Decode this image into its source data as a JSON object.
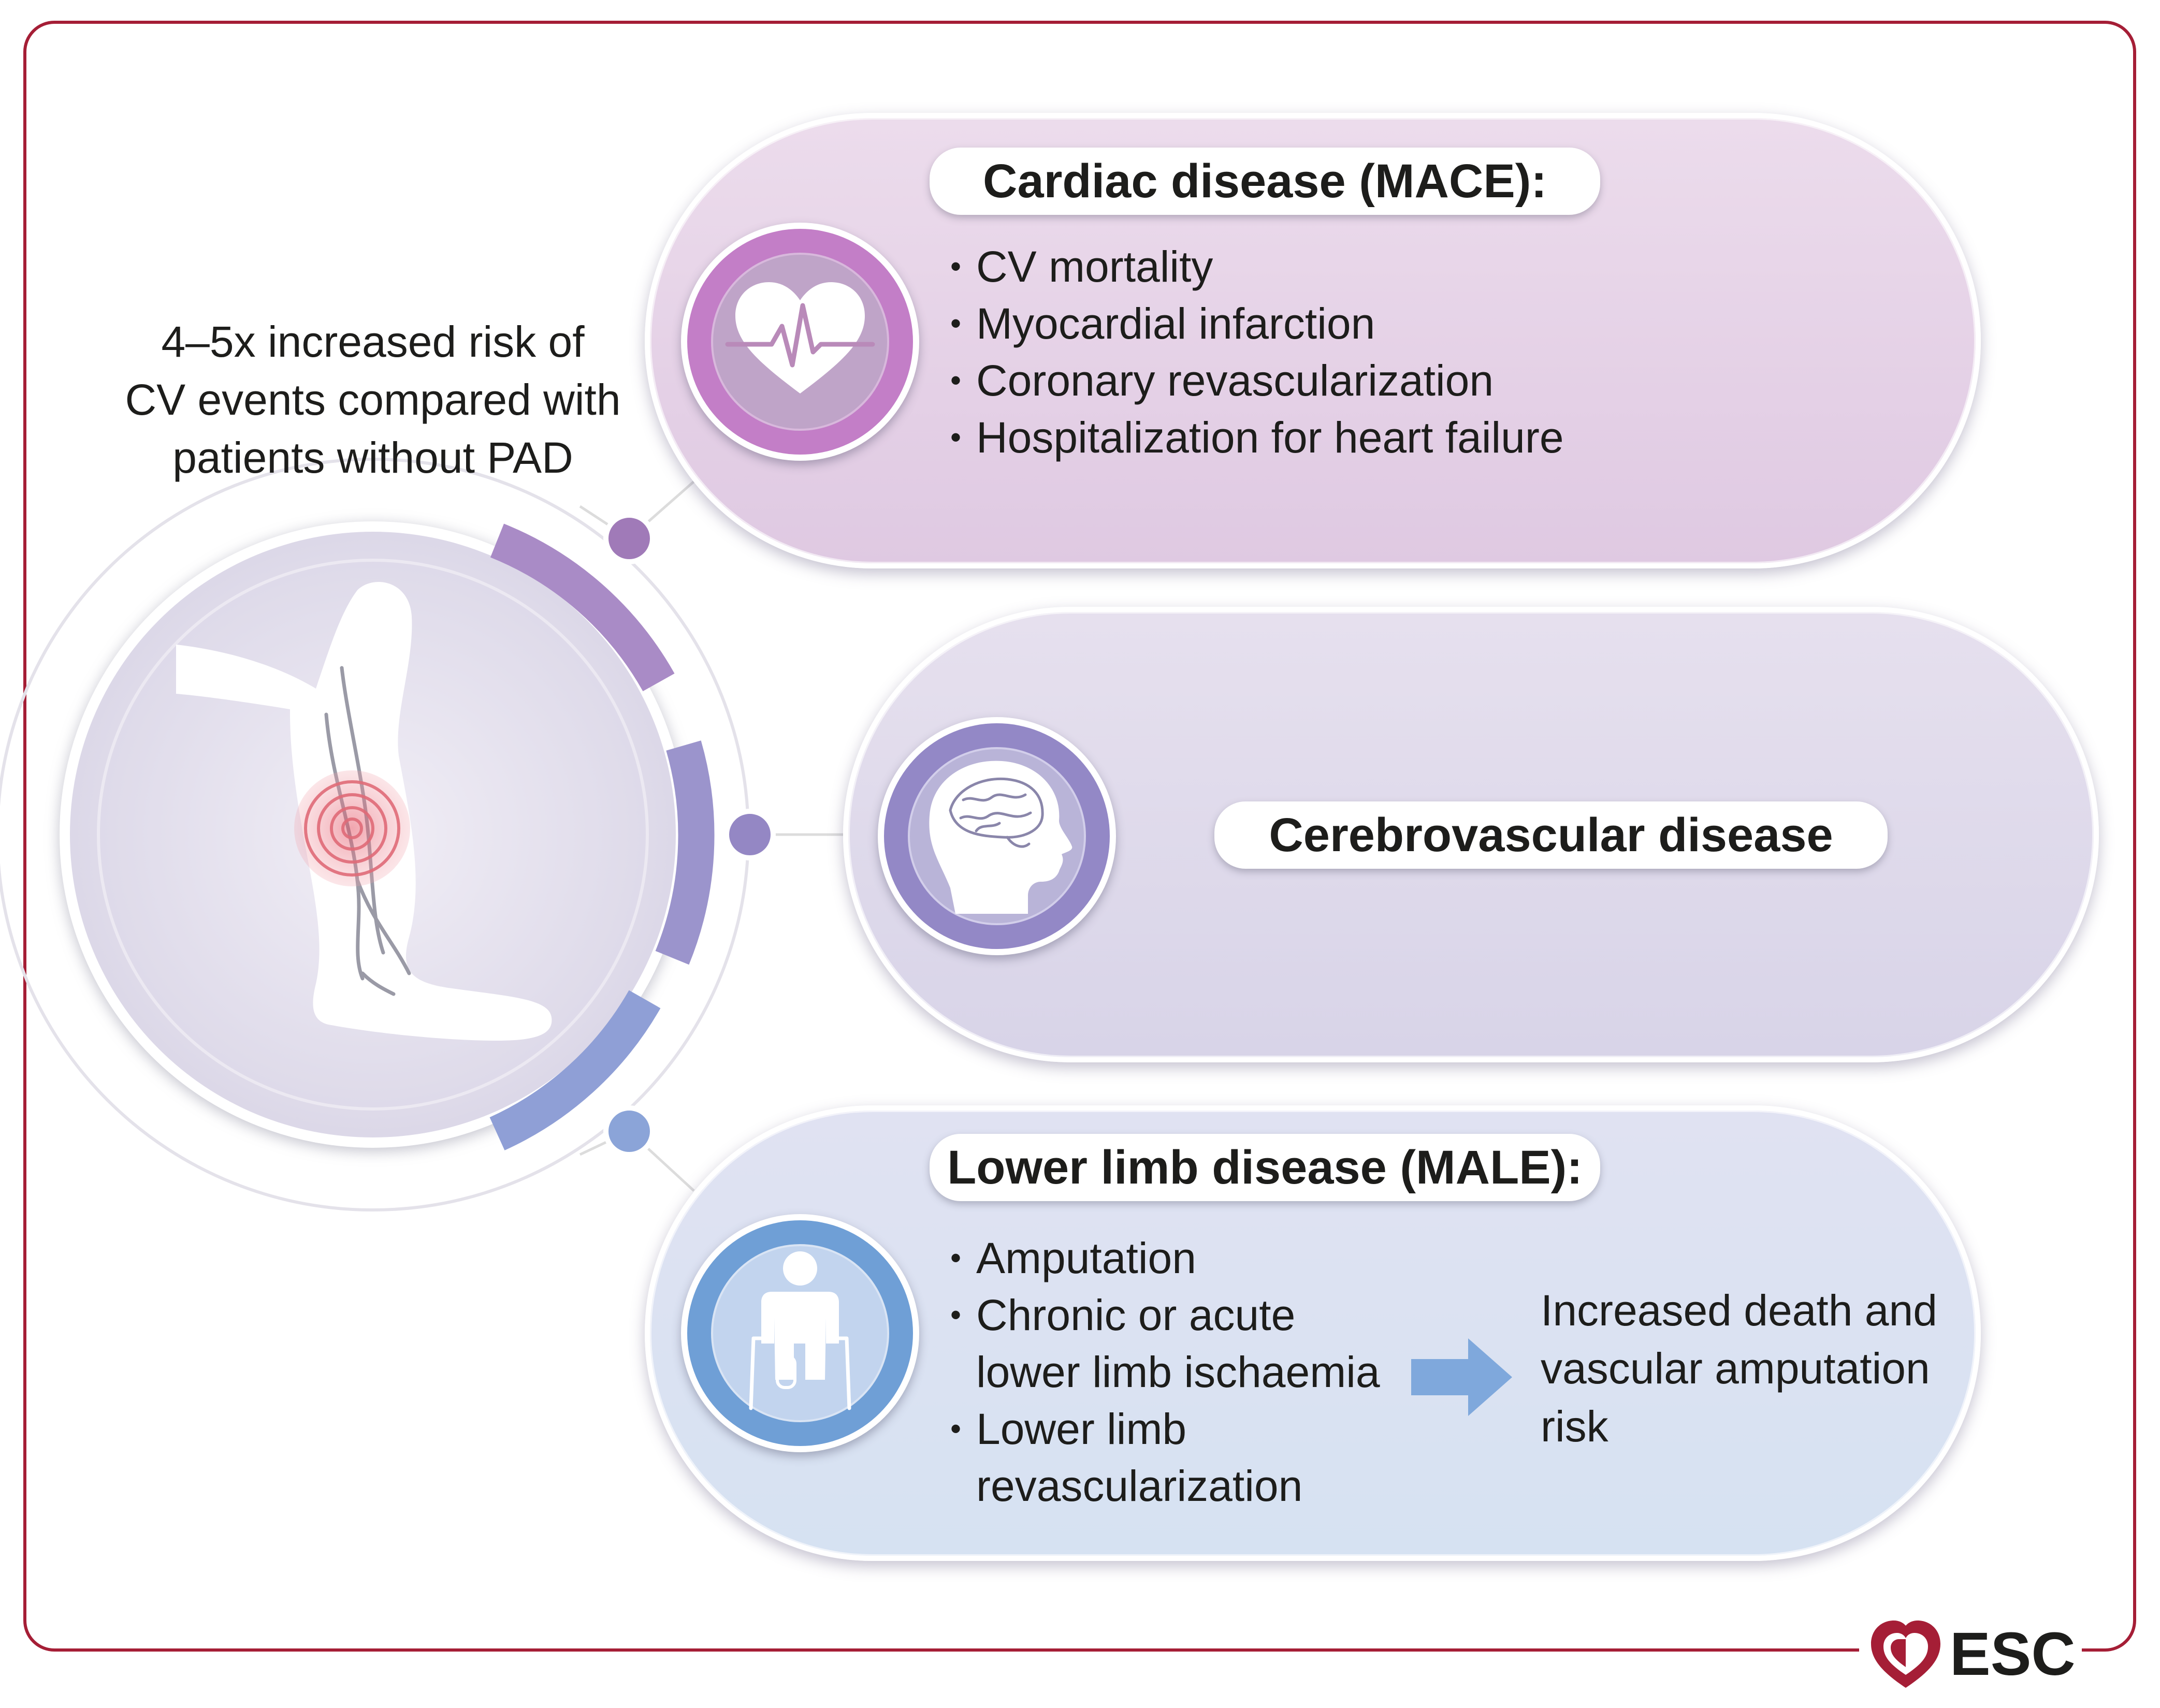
{
  "risk_note": {
    "lines": [
      "4–5x increased risk of",
      "CV events compared with",
      "patients without PAD"
    ]
  },
  "cardiac": {
    "heading": "Cardiac disease (MACE):",
    "items": [
      "CV mortality",
      "Myocardial infarction",
      "Coronary revascularization",
      "Hospitalization for heart failure"
    ],
    "icon": "heart-ecg-icon",
    "color": "#b479b8"
  },
  "cerebrovascular": {
    "heading": "Cerebrovascular disease",
    "icon": "brain-head-icon",
    "color": "#8e7fc0"
  },
  "lower_limb": {
    "heading": "Lower limb disease (MALE):",
    "items": [
      "Amputation",
      "Chronic or acute",
      "lower limb ischaemia",
      "Lower limb",
      "revascularization"
    ],
    "outcome_lines": [
      "Increased death and",
      "vascular amputation",
      "risk"
    ],
    "icon": "amputee-crutches-icon",
    "color": "#6f9fd6"
  },
  "leg_figure": {
    "icon": "leg-artery-icon",
    "accent": "#e06b78"
  },
  "logo": {
    "text": "ESC",
    "color": "#a51e36"
  }
}
